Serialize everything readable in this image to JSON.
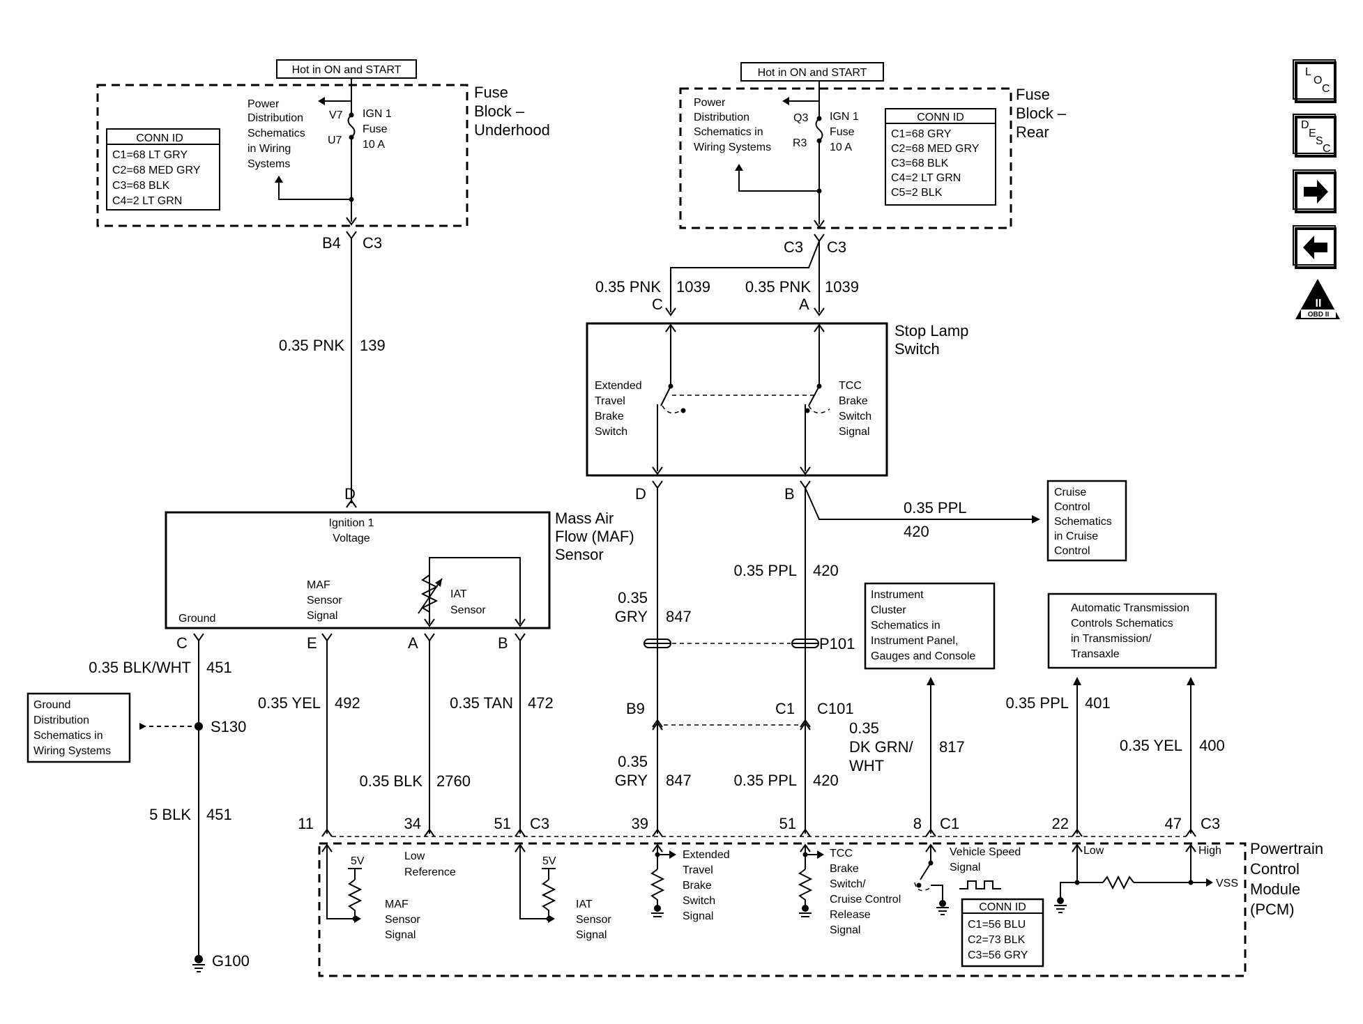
{
  "fuse_underhood": {
    "hot_label": "Hot in ON and START",
    "title": [
      "Fuse",
      "Block –",
      "Underhood"
    ],
    "conn_id_title": "CONN ID",
    "conn_ids": [
      "C1=68 LT GRY",
      "C2=68 MED GRY",
      "C3=68 BLK",
      "C4=2 LT GRN"
    ],
    "power_dist": [
      "Power",
      "Distribution",
      "Schematics",
      "in Wiring",
      "Systems"
    ],
    "pin_in_top": "V7",
    "pin_in_bottom": "U7",
    "fuse_label": [
      "IGN 1",
      "Fuse",
      "10 A"
    ],
    "out_pin": "B4",
    "out_conn": "C3"
  },
  "fuse_rear": {
    "hot_label": "Hot in ON and START",
    "title": [
      "Fuse",
      "Block –",
      "Rear"
    ],
    "conn_id_title": "CONN ID",
    "conn_ids": [
      "C1=68 GRY",
      "C2=68 MED GRY",
      "C3=68 BLK",
      "C4=2 LT GRN",
      "C5=2 BLK"
    ],
    "power_dist": [
      "Power",
      "Distribution",
      "Schematics in",
      "Wiring Systems"
    ],
    "pin_in_top": "Q3",
    "pin_in_bottom": "R3",
    "fuse_label": [
      "IGN 1",
      "Fuse",
      "10 A"
    ],
    "out_conn_left": "C3",
    "out_conn_right": "C3"
  },
  "wires": {
    "w139": {
      "gauge": "0.35 PNK",
      "circuit": "139"
    },
    "w1039c": {
      "gauge": "0.35 PNK",
      "circuit": "1039",
      "pin": "C"
    },
    "w1039a": {
      "gauge": "0.35 PNK",
      "circuit": "1039",
      "pin": "A"
    },
    "w420_cruise": {
      "gauge": "0.35 PPL",
      "circuit": "420"
    },
    "w420_mid": {
      "gauge": "0.35 PPL",
      "circuit": "420"
    },
    "w420_low": {
      "gauge": "0.35 PPL",
      "circuit": "420"
    },
    "w847_mid": {
      "gauge_top": "0.35",
      "gauge_bottom": "GRY",
      "circuit": "847"
    },
    "w847_low": {
      "gauge_top": "0.35",
      "gauge_bottom": "GRY",
      "circuit": "847"
    },
    "w451_top": {
      "gauge": "0.35 BLK/WHT",
      "circuit": "451"
    },
    "w451_bottom": {
      "gauge": "5 BLK",
      "circuit": "451"
    },
    "w492": {
      "gauge": "0.35 YEL",
      "circuit": "492"
    },
    "w2760": {
      "gauge": "0.35 BLK",
      "circuit": "2760"
    },
    "w472": {
      "gauge": "0.35 TAN",
      "circuit": "472"
    },
    "w817": {
      "gauge": [
        "0.35",
        "DK GRN/",
        "WHT"
      ],
      "circuit": "817"
    },
    "w401": {
      "gauge": "0.35 PPL",
      "circuit": "401"
    },
    "w400": {
      "gauge": "0.35 YEL",
      "circuit": "400"
    }
  },
  "stop_lamp": {
    "title": [
      "Stop Lamp",
      "Switch"
    ],
    "left_switch": [
      "Extended",
      "Travel",
      "Brake",
      "Switch"
    ],
    "right_switch": [
      "TCC",
      "Brake",
      "Switch",
      "Signal"
    ],
    "pin_d": "D",
    "pin_b": "B"
  },
  "maf": {
    "title": [
      "Mass Air",
      "Flow (MAF)",
      "Sensor"
    ],
    "ign_voltage": [
      "Ignition 1",
      "Voltage"
    ],
    "ground": "Ground",
    "maf_signal": [
      "MAF",
      "Sensor",
      "Signal"
    ],
    "iat": [
      "IAT",
      "Sensor"
    ],
    "pin_d": "D",
    "pin_c": "C",
    "pin_e": "E",
    "pin_a": "A",
    "pin_b": "B"
  },
  "cruise_box": [
    "Cruise",
    "Control",
    "Schematics",
    "in Cruise",
    "Control"
  ],
  "instrument_box": [
    "Instrument",
    "Cluster",
    "Schematics in",
    "Instrument Panel,",
    "Gauges and Console"
  ],
  "trans_box": [
    "Automatic Transmission",
    "Controls Schematics",
    "in Transmission/",
    "Transaxle"
  ],
  "ground_box": [
    "Ground",
    "Distribution",
    "Schematics in",
    "Wiring Systems"
  ],
  "splice": "S130",
  "ground_point": "G100",
  "connectors": {
    "p101": "P101",
    "b9": "B9",
    "c1": "C1",
    "c101": "C101"
  },
  "pcm": {
    "title": [
      "Powertrain",
      "Control",
      "Module",
      "(PCM)"
    ],
    "pins": {
      "p11": "11",
      "p34": "34",
      "p51a": "51",
      "c3a": "C3",
      "p39": "39",
      "p51b": "51",
      "p8": "8",
      "c1": "C1",
      "p22": "22",
      "p47": "47",
      "c3b": "C3"
    },
    "five_v": "5V",
    "low_ref": [
      "Low",
      "Reference"
    ],
    "maf_signal": [
      "MAF",
      "Sensor",
      "Signal"
    ],
    "iat_signal": [
      "IAT",
      "Sensor",
      "Signal"
    ],
    "ext_travel": [
      "Extended",
      "Travel",
      "Brake",
      "Switch",
      "Signal"
    ],
    "tcc": [
      "TCC",
      "Brake",
      "Switch/",
      "Cruise Control",
      "Release",
      "Signal"
    ],
    "vss_label": [
      "Vehicle Speed",
      "Signal"
    ],
    "low": "Low",
    "high": "High",
    "vss": "VSS",
    "conn_id_title": "CONN ID",
    "conn_ids": [
      "C1=56 BLU",
      "C2=73 BLK",
      "C3=56 GRY"
    ]
  },
  "nav": {
    "loc": [
      "L",
      "O",
      "C"
    ],
    "desc": [
      "D",
      "E",
      "S",
      "C"
    ],
    "obd": "OBD II",
    "obd_mark": "II"
  }
}
